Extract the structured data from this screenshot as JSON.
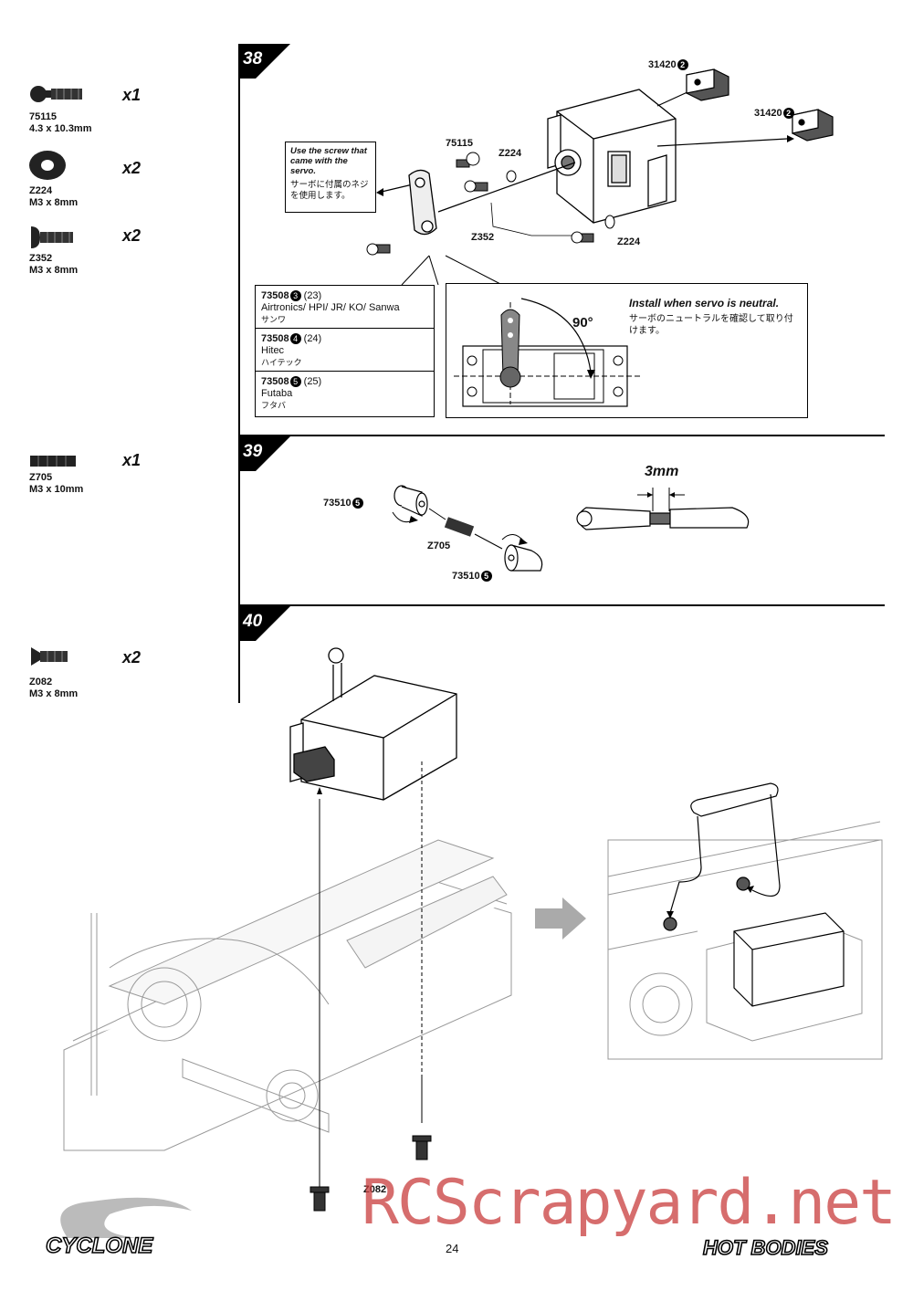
{
  "parts": [
    {
      "code": "75115",
      "size": "4.3 x 10.3mm",
      "qty": "x1"
    },
    {
      "code": "Z224",
      "size": "M3 x 8mm",
      "qty": "x2"
    },
    {
      "code": "Z352",
      "size": "M3 x 8mm",
      "qty": "x2"
    },
    {
      "code": "Z705",
      "size": "M3 x 10mm",
      "qty": "x1"
    },
    {
      "code": "Z082",
      "size": "M3 x 8mm",
      "qty": "x2"
    }
  ],
  "step38": {
    "number": "38",
    "note_en": "Use the screw that came with the servo.",
    "note_jp": "サーボに付属のネジを使用します。",
    "labels": {
      "part31420a": "31420",
      "num31420a": "2",
      "part31420b": "31420",
      "num31420b": "2",
      "p75115": "75115",
      "z224a": "Z224",
      "z352": "Z352",
      "z224b": "Z224"
    },
    "horns": [
      {
        "code": "73508",
        "num": "3",
        "size": "(23)",
        "brand": "Airtronics/ HPI/ JR/ KO/ Sanwa",
        "jp": "サンワ"
      },
      {
        "code": "73508",
        "num": "4",
        "size": "(24)",
        "brand": "Hitec",
        "jp": "ハイテック"
      },
      {
        "code": "73508",
        "num": "5",
        "size": "(25)",
        "brand": "Futaba",
        "jp": "フタバ"
      }
    ],
    "neutral_en": "Install when servo is neutral.",
    "neutral_jp": "サーボのニュートラルを確認して取り付けます。",
    "angle": "90°"
  },
  "step39": {
    "number": "39",
    "gap": "3mm",
    "l_a": "73510",
    "n_a": "5",
    "l_z": "Z705",
    "l_b": "73510",
    "n_b": "5"
  },
  "step40": {
    "number": "40",
    "screw_label": "Z082"
  },
  "footer": {
    "page": "24",
    "watermark": "RCScrapyard.net",
    "logo_left": "CYCLONE",
    "logo_right": "HOT BODIES"
  }
}
